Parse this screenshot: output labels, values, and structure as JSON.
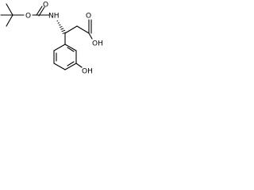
{
  "molecule": {
    "labels": {
      "o_carbonyl": "O",
      "o_ester": "O",
      "n": "NH",
      "o_acid_carbonyl": "O",
      "oh_acid": "OH",
      "oh_phenol": "OH"
    }
  }
}
